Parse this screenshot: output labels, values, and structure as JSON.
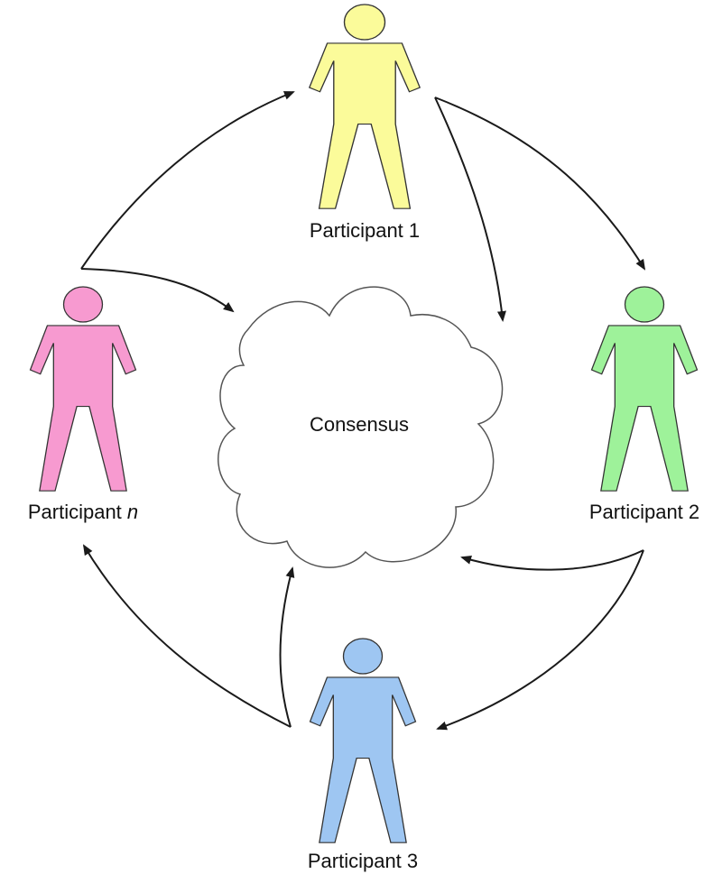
{
  "diagram": {
    "center": {
      "label": "Consensus"
    },
    "participants": [
      {
        "id": "p1",
        "label": "Participant 1",
        "italic_suffix": "",
        "color": "#fbfb9a"
      },
      {
        "id": "p2",
        "label": "Participant 2",
        "italic_suffix": "",
        "color": "#9ef29a"
      },
      {
        "id": "p3",
        "label": "Participant 3",
        "italic_suffix": "",
        "color": "#9ec6f2"
      },
      {
        "id": "pn",
        "label": "Participant ",
        "italic_suffix": "n",
        "color": "#f79ad0"
      }
    ],
    "edges": [
      {
        "from": "pn",
        "to": "p1"
      },
      {
        "from": "pn",
        "to": "consensus"
      },
      {
        "from": "p1",
        "to": "p2"
      },
      {
        "from": "p1",
        "to": "consensus"
      },
      {
        "from": "p2",
        "to": "p3"
      },
      {
        "from": "p2",
        "to": "consensus"
      },
      {
        "from": "p3",
        "to": "pn"
      },
      {
        "from": "p3",
        "to": "consensus"
      }
    ]
  }
}
